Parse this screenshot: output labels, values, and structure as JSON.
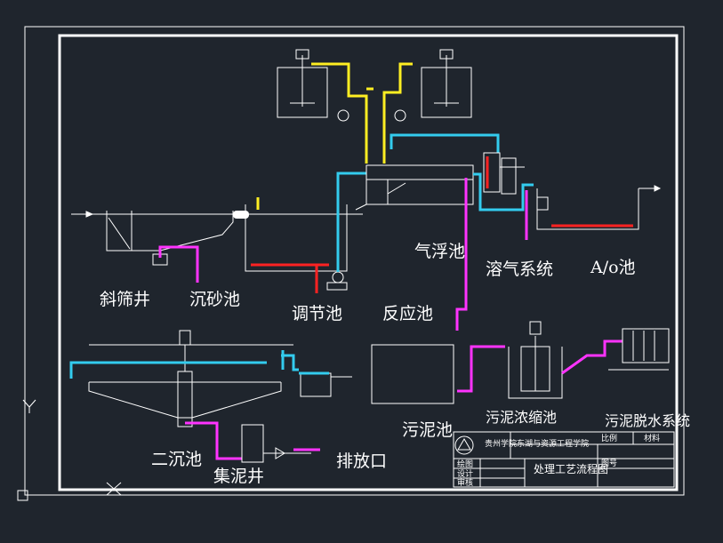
{
  "colors": {
    "background": "#1f252d",
    "frame": "#ffffff",
    "sludge_pipe": "#ff33ff",
    "water_pipe": "#33ccee",
    "chemical_pipe": "#ffee22",
    "aeration": "#ff2222"
  },
  "units": {
    "screen_well": "斜筛井",
    "grit_chamber": "沉砂池",
    "equalization_tank": "调节池",
    "reaction_tank": "反应池",
    "flotation_tank": "气浮池",
    "dissolved_air_system": "溶气系统",
    "ao_tank": "A/o池",
    "secondary_clarifier": "二沉池",
    "sludge_well": "集泥井",
    "discharge_outlet": "排放口",
    "sludge_tank": "污泥池",
    "sludge_thickener": "污泥浓缩池",
    "sludge_dewatering_system": "污泥脱水系统"
  },
  "title_block": {
    "school": "贵州学院东湖与资源工程学院",
    "drawing_title": "处理工艺流程图",
    "row_labels": [
      "绘图",
      "设计",
      "审核"
    ],
    "header_right": [
      "比例",
      "材料"
    ],
    "drawing_no_label": "图号"
  }
}
